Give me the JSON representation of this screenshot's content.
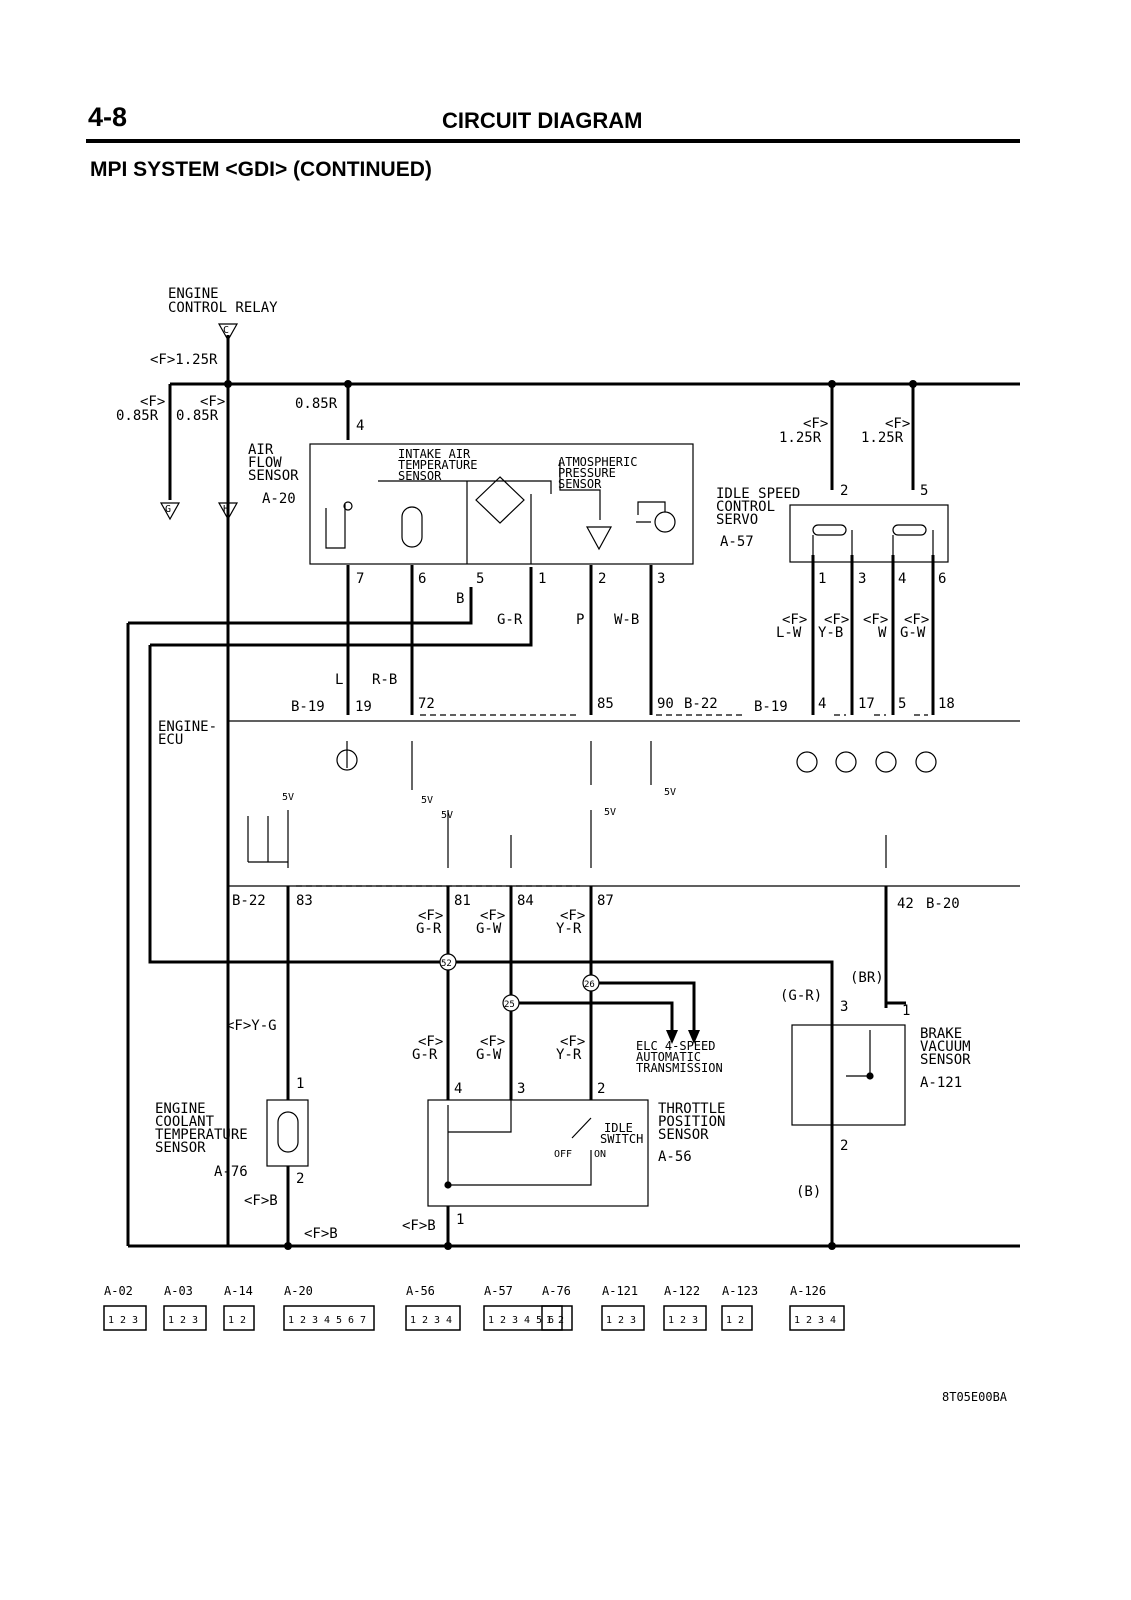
{
  "header": {
    "page_number": "4-8",
    "title": "CIRCUIT DIAGRAM",
    "subtitle": "MPI SYSTEM <GDI> (CONTINUED)"
  },
  "components": {
    "engine_control_relay": [
      "ENGINE",
      "CONTROL RELAY"
    ],
    "air_flow_sensor": [
      "AIR",
      "FLOW",
      "SENSOR"
    ],
    "intake_air_temp_sensor": [
      "INTAKE AIR",
      "TEMPERATURE",
      "SENSOR"
    ],
    "atmospheric_pressure_sensor": [
      "ATMOSPHERIC",
      "PRESSURE",
      "SENSOR"
    ],
    "idle_speed_control_servo": [
      "IDLE SPEED",
      "CONTROL",
      "SERVO"
    ],
    "engine_ecu": [
      "ENGINE-",
      "ECU"
    ],
    "engine_coolant_temp_sensor": [
      "ENGINE",
      "COOLANT",
      "TEMPERATURE",
      "SENSOR"
    ],
    "throttle_position_sensor": [
      "THROTTLE",
      "POSITION",
      "SENSOR"
    ],
    "idle_switch": [
      "IDLE",
      "SWITCH"
    ],
    "brake_vacuum_sensor": [
      "BRAKE",
      "VACUUM",
      "SENSOR"
    ],
    "elc_transmission": [
      "ELC 4-SPEED",
      "AUTOMATIC",
      "TRANSMISSION"
    ]
  },
  "connectors": {
    "relay": "C",
    "ground_g": "G",
    "ground_h": "H",
    "afs": "A-20",
    "isc": "A-57",
    "ects": "A-76",
    "tps": "A-56",
    "bvs": "A-121",
    "ecu_b19_left": "B-19",
    "ecu_b22_top": "B-22",
    "ecu_b19_right": "B-19",
    "ecu_b22_bottom": "B-22",
    "ecu_b20": "B-20"
  },
  "wires": {
    "relay_out": "<F>1.25R",
    "left_g": [
      "<F>",
      "0.85R"
    ],
    "left_h": [
      "<F>",
      "0.85R"
    ],
    "afs_feed": "0.85R",
    "isc_feed_a": [
      "<F>",
      "1.25R"
    ],
    "isc_feed_b": [
      "<F>",
      "1.25R"
    ],
    "b": "B",
    "gr": "G-R",
    "p": "P",
    "wb": "W-B",
    "l": "L",
    "rb": "R-B",
    "isc_lw": [
      "<F>",
      "L-W"
    ],
    "isc_yb": [
      "<F>",
      "Y-B"
    ],
    "isc_w": [
      "<F>",
      "W"
    ],
    "isc_gw": [
      "<F>",
      "G-W"
    ],
    "pin81": [
      "<F>",
      "G-R"
    ],
    "pin84": [
      "<F>",
      "G-W"
    ],
    "pin87": [
      "<F>",
      "Y-R"
    ],
    "yg": "<F>Y-G",
    "tps_gr": [
      "<F>",
      "G-R"
    ],
    "tps_gw": [
      "<F>",
      "G-W"
    ],
    "tps_yr": [
      "<F>",
      "Y-R"
    ],
    "bvs_gr": "(G-R)",
    "bvs_br": "(BR)",
    "bvs_b": "(B)",
    "ects_b": "<F>B",
    "gnd_b1": "<F>B",
    "gnd_b2": "<F>B"
  },
  "pins": {
    "afs": [
      "4",
      "7",
      "6",
      "5",
      "1",
      "2",
      "3"
    ],
    "isc": [
      "2",
      "5",
      "1",
      "3",
      "4",
      "6"
    ],
    "ecu_top": [
      "19",
      "72",
      "85",
      "90",
      "4",
      "17",
      "5",
      "18"
    ],
    "ecu_bottom": [
      "83",
      "81",
      "84",
      "87",
      "42"
    ],
    "ects": [
      "1",
      "2"
    ],
    "tps": [
      "4",
      "3",
      "2",
      "1"
    ],
    "bvs": [
      "3",
      "1",
      "2"
    ],
    "junctions": [
      "52",
      "25",
      "26"
    ],
    "idle_switch_states": [
      "OFF",
      "ON"
    ]
  },
  "voltages": [
    "5V",
    "5V",
    "5V",
    "5V",
    "5V"
  ],
  "connector_legend": [
    {
      "id": "A-02",
      "cells": [
        "1",
        "2",
        "3"
      ]
    },
    {
      "id": "A-03",
      "cells": [
        "1",
        "2",
        "3"
      ]
    },
    {
      "id": "A-14",
      "cells": [
        "1",
        "2"
      ]
    },
    {
      "id": "A-20",
      "cells": [
        "1",
        "2",
        "3",
        "4",
        "5",
        "6",
        "7"
      ]
    },
    {
      "id": "A-56",
      "cells": [
        "1",
        "2",
        "3",
        "4"
      ]
    },
    {
      "id": "A-57",
      "cells": [
        "1",
        "2",
        "3",
        "4",
        "5",
        "6"
      ]
    },
    {
      "id": "A-76",
      "cells": [
        "1",
        "2"
      ]
    },
    {
      "id": "A-121",
      "cells": [
        "1",
        "2",
        "3"
      ]
    },
    {
      "id": "A-122",
      "cells": [
        "1",
        "2",
        "3"
      ]
    },
    {
      "id": "A-123",
      "cells": [
        "1",
        "2"
      ]
    },
    {
      "id": "A-126",
      "cells": [
        "1",
        "2",
        "3",
        "4"
      ]
    }
  ],
  "figure_code": "8T05E00BA"
}
